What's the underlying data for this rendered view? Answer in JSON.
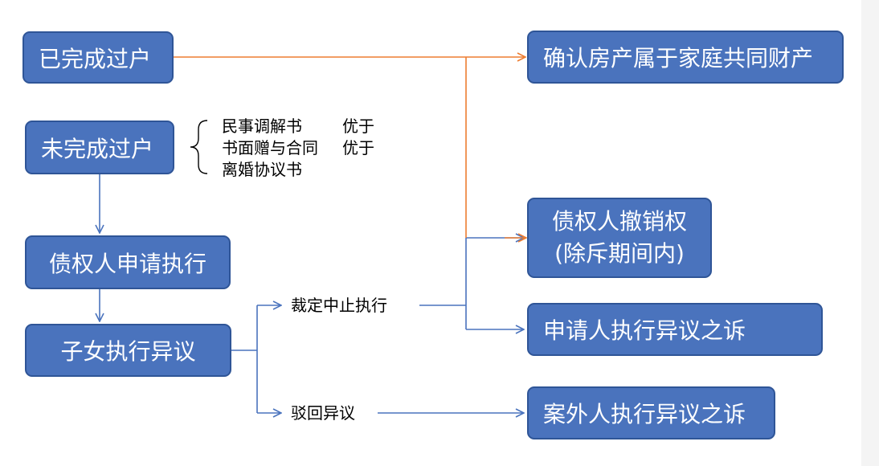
{
  "colors": {
    "box_fill": "#4a73bd",
    "box_border": "#2f5597",
    "arrow_blue": "#4a73bd",
    "arrow_orange": "#ed7d31"
  },
  "nodes": {
    "completed_transfer": "已完成过户",
    "uncompleted_transfer": "未完成过户",
    "creditor_enforcement": "债权人申请执行",
    "children_objection": "子女执行异议",
    "family_property": "确认房产属于家庭共同财产",
    "revocation_line1": "债权人撤销权",
    "revocation_line2": "(除斥期间内)",
    "applicant_lawsuit": "申请人执行异议之诉",
    "outsider_lawsuit": "案外人执行异议之诉"
  },
  "priority": [
    {
      "doc": "民事调解书",
      "relation": "优于"
    },
    {
      "doc": "书面赠与合同",
      "relation": "优于"
    },
    {
      "doc": "离婚协议书",
      "relation": ""
    }
  ],
  "branch_labels": {
    "suspend": "裁定中止执行",
    "reject": "驳回异议"
  }
}
